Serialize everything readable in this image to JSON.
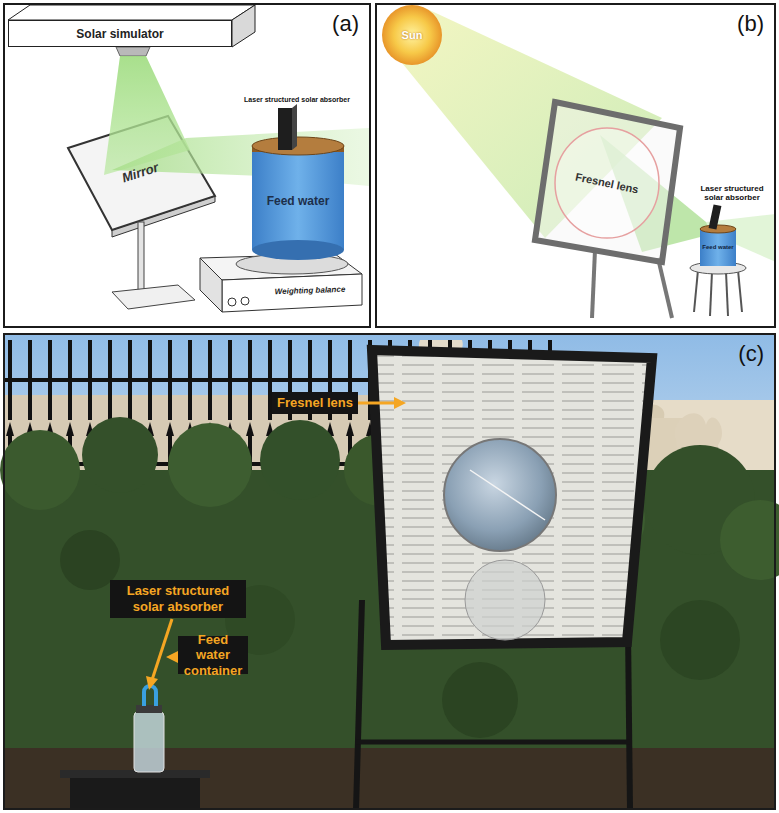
{
  "diagram": {
    "nodes": [
      {
        "text": [
          "(a)"
        ]
      },
      {
        "text": [
          "Solar simulator"
        ],
        "in": 0
      },
      {
        "text": [
          "Mirror"
        ],
        "in": 0
      },
      {
        "text": [
          "Feed water"
        ],
        "in": 0
      },
      {
        "text": [
          "Weighting balance"
        ],
        "in": 0
      },
      {
        "text": [
          "(b)"
        ]
      },
      {
        "text": [
          "Sun"
        ],
        "in": 5
      },
      {
        "text": [
          "Fresnel lens"
        ],
        "in": 5
      },
      {
        "text": [
          "Feed water"
        ],
        "in": 5
      },
      {
        "text": [
          "(c)"
        ]
      },
      {
        "text": [
          "Fresnel lens"
        ],
        "in": 9
      },
      {
        "text": [
          "Laser structured solar absorber"
        ],
        "in": 9
      },
      {
        "text": [
          "Feed water container"
        ],
        "in": 9
      }
    ],
    "labels": [
      "Laser structured solar absorber",
      "Laser structured solar absorber"
    ]
  }
}
